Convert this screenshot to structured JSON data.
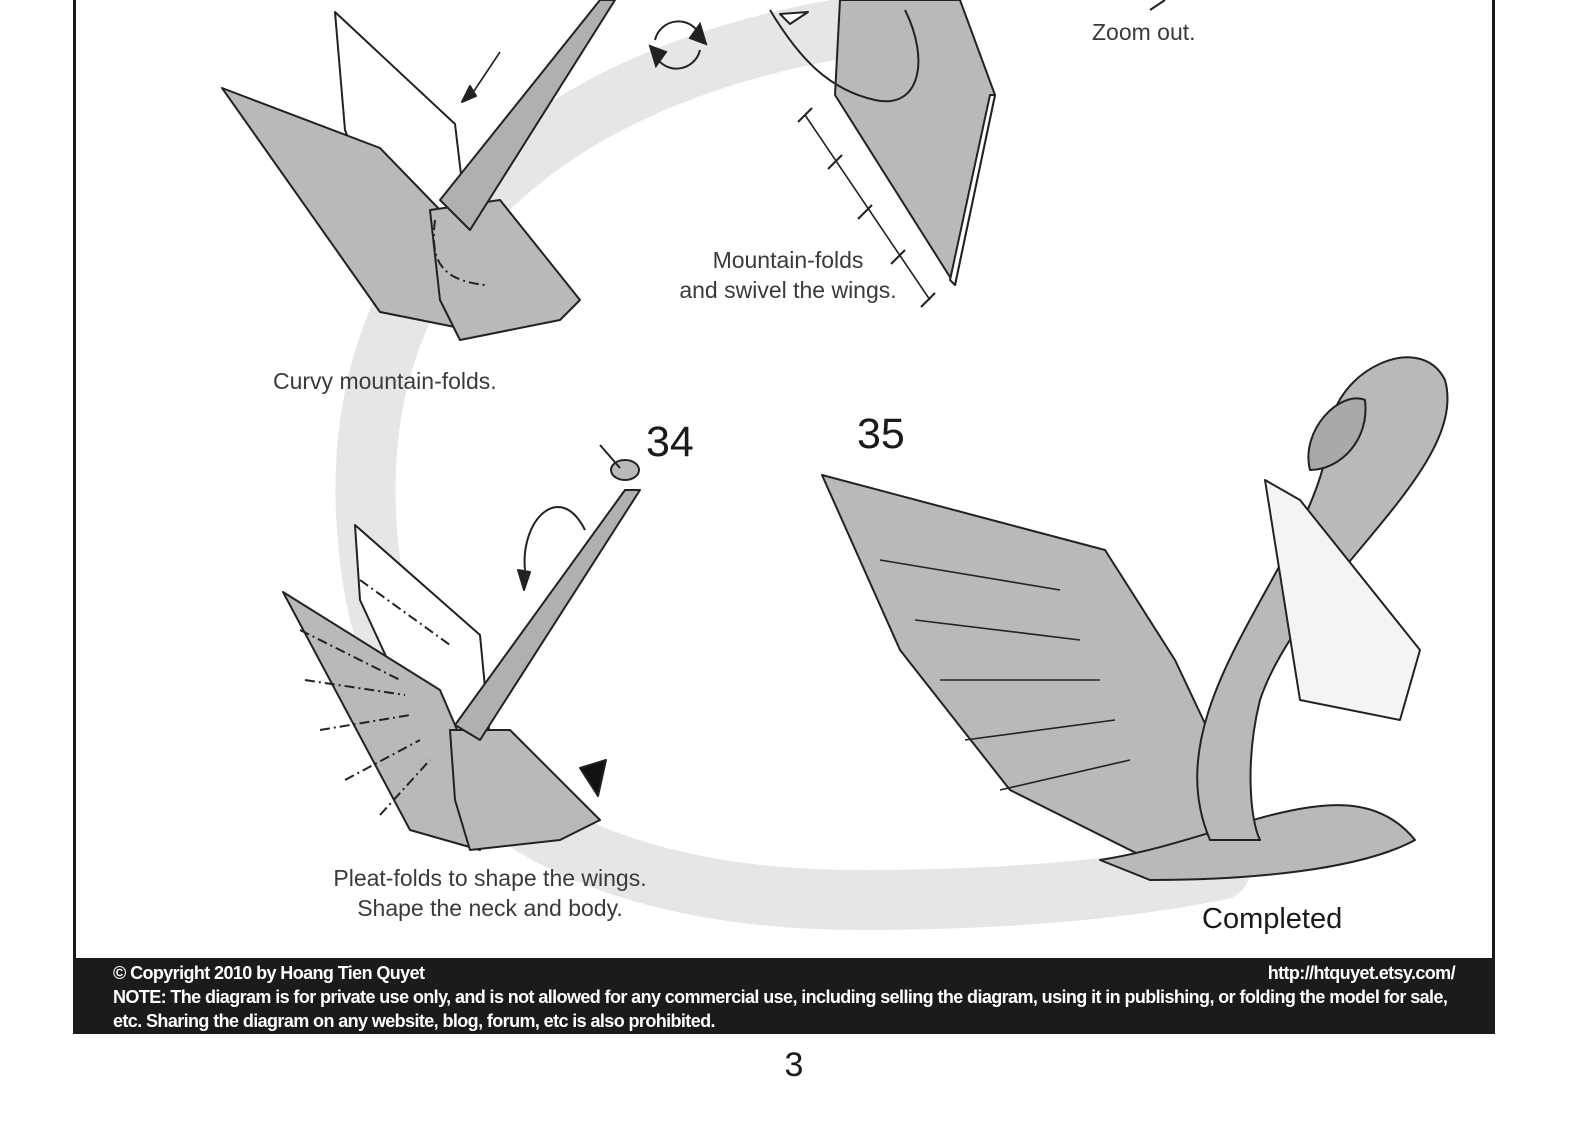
{
  "steps": {
    "zoom_note": "Zoom out.",
    "step_a_note": "Curvy mountain-folds.",
    "step_b_note_line1": "Mountain-folds",
    "step_b_note_line2": "and swivel the wings.",
    "step_34_number": "34",
    "step_34_note_line1": "Pleat-folds to shape the wings.",
    "step_34_note_line2": "Shape the neck and body.",
    "step_35_number": "35",
    "step_35_note": "Completed"
  },
  "footer": {
    "copyright": "© Copyright 2010 by Hoang Tien Quyet",
    "url": "http://htquyet.etsy.com/",
    "note": "NOTE: The diagram is for private use only, and is not allowed for any commercial use, including selling the diagram, using it in publishing, or  folding the model for sale, etc. Sharing the diagram on any website, blog, forum, etc is also prohibited."
  },
  "page_number": "3",
  "colors": {
    "paper_gray": "#b9b9b9",
    "flow_arrow": "#e6e6e6",
    "footer_bg": "#1b1b1b"
  }
}
